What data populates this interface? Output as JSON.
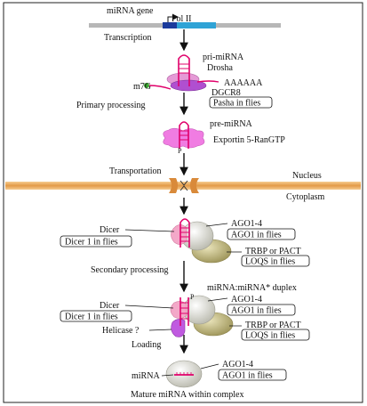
{
  "gene": {
    "label": "miRNA gene",
    "polymerase": "Pol II"
  },
  "steps": {
    "transcription": "Transcription",
    "primary": "Primary processing",
    "transportation": "Transportation",
    "secondary": "Secondary processing",
    "loading": "Loading"
  },
  "pri_mirna": {
    "title": "pri-miRNA",
    "drosha": "Drosha",
    "polya": "AAAAAA",
    "cap": "m7G",
    "dgcr8": "DGCR8",
    "pasha": "Pasha in flies"
  },
  "pre_mirna": {
    "title": "pre-miRNA",
    "exportin": "Exportin 5-RanGTP",
    "p": "P"
  },
  "membrane": {
    "nucleus": "Nucleus",
    "cytoplasm": "Cytoplasm"
  },
  "dicer_complex": {
    "dicer": "Dicer",
    "dicer_flies": "Dicer 1 in flies",
    "ago": "AGO1-4",
    "ago_flies": "AGO1 in flies",
    "trbp": "TRBP or PACT",
    "loqs": "LOQS in flies"
  },
  "duplex_complex": {
    "title": "miRNA:miRNA* duplex",
    "dicer": "Dicer",
    "dicer_flies": "Dicer 1 in flies",
    "helicase": "Helicase ?",
    "ago": "AGO1-4",
    "ago_flies": "AGO1 in flies",
    "trbp": "TRBP or PACT",
    "loqs": "LOQS in flies",
    "p": "P"
  },
  "mature": {
    "mirna": "miRNA",
    "ago": "AGO1-4",
    "ago_flies": "AGO1 in flies",
    "caption": "Mature miRNA within complex"
  },
  "colors": {
    "dna": "#b7b7b7",
    "promoter": "#1a3a9c",
    "gene_body": "#2fa3d6",
    "hairpin": "#e0006a",
    "drosha": "#e59ad6",
    "dgcr8": "#b04fd0",
    "exportin": "#f07ce2",
    "membrane": "#e4a45a",
    "ago": "#d4d4c8",
    "trbp": "#b7ad74",
    "dicer": "#f3a8c8",
    "helicase": "#c05ae0",
    "cap": "#3aa832"
  }
}
